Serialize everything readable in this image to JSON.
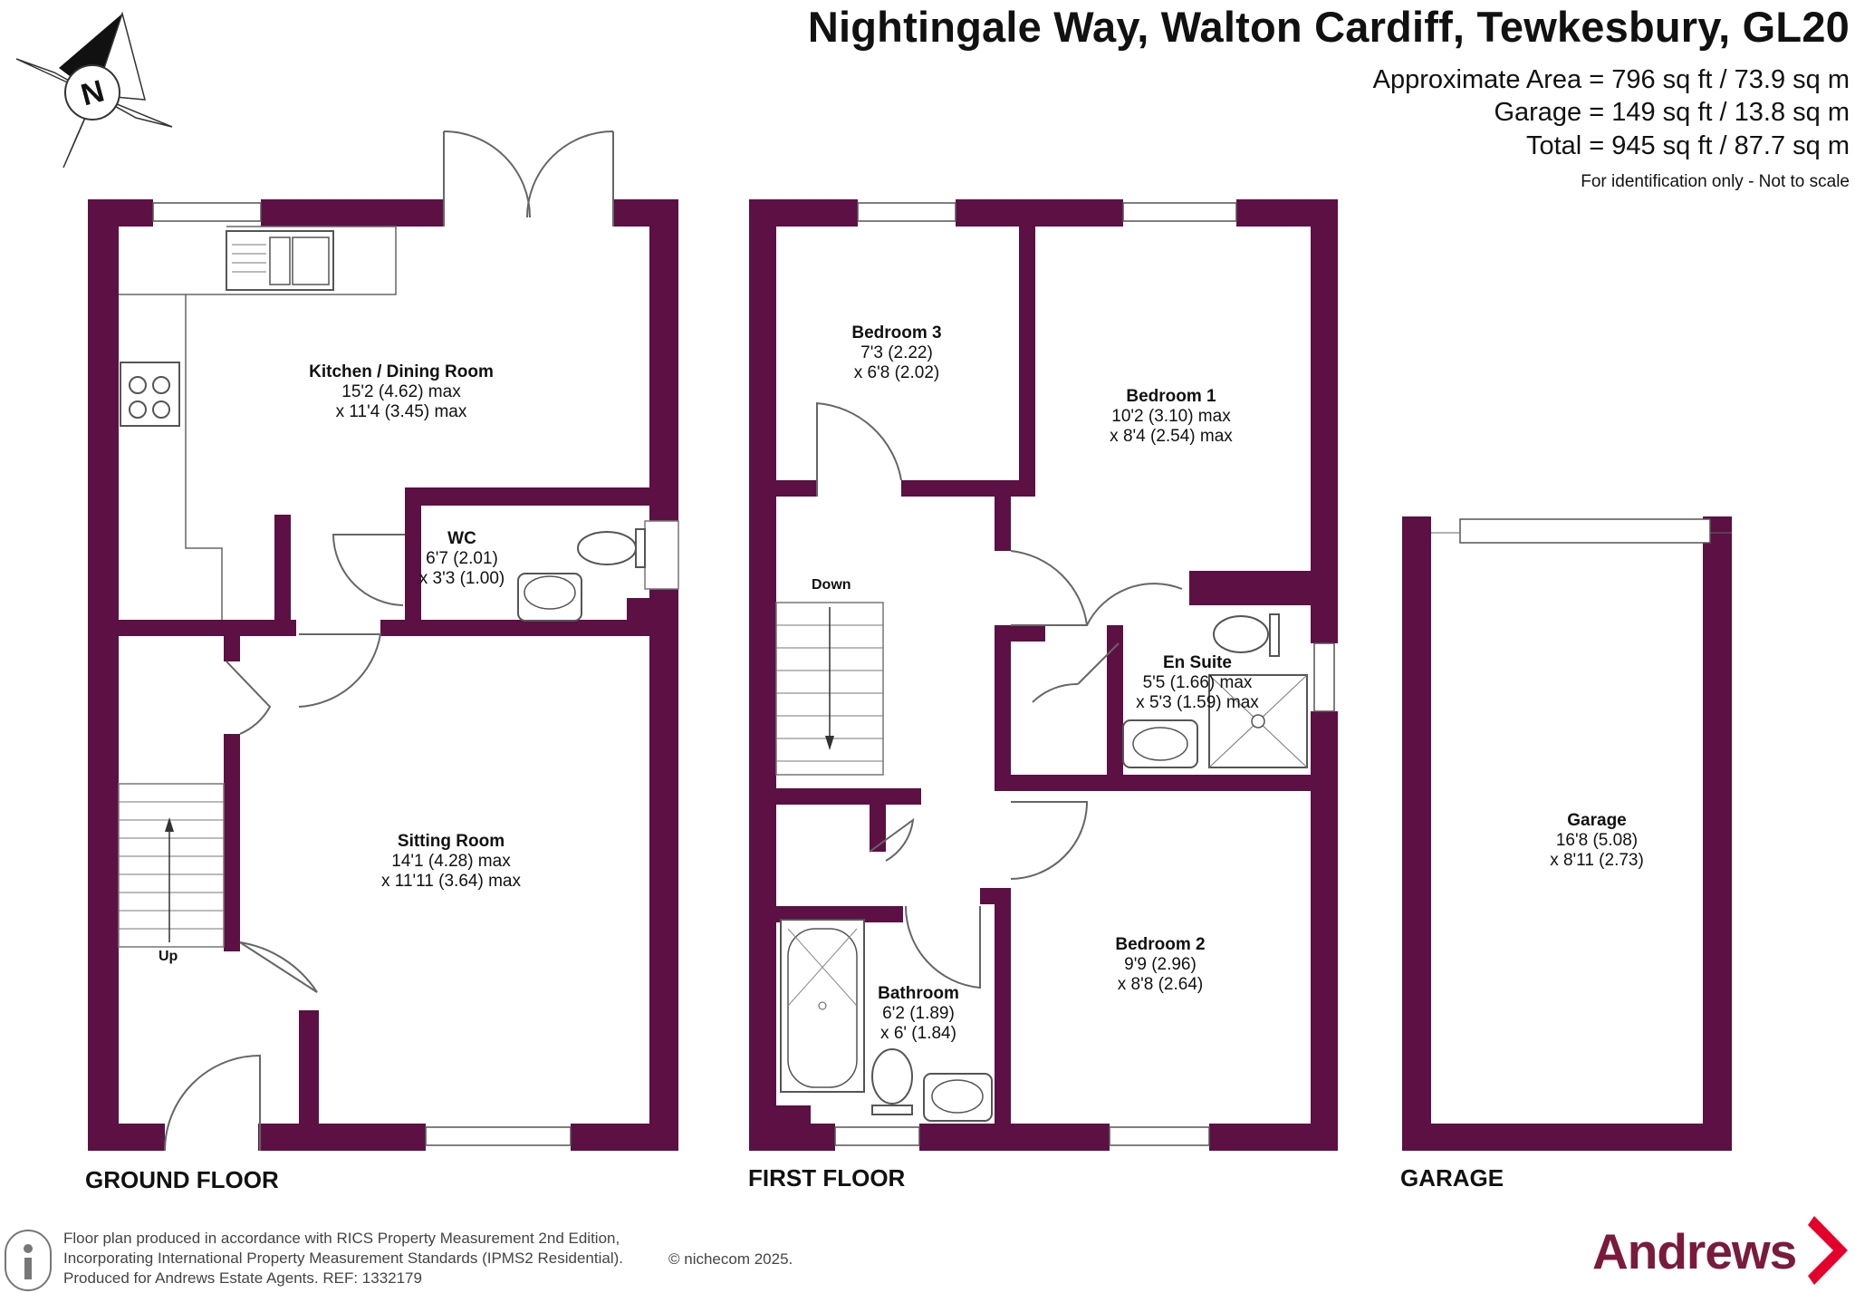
{
  "header": {
    "title": "Nightingale Way, Walton Cardiff, Tewkesbury, GL20",
    "area_line": "Approximate Area = 796 sq ft / 73.9 sq m",
    "garage_line": "Garage = 149 sq ft / 13.8 sq m",
    "total_line": "Total = 945 sq ft / 87.7 sq m",
    "disclaimer": "For identification only - Not to scale"
  },
  "compass": {
    "label": "N"
  },
  "rooms": {
    "kitchen": {
      "name": "Kitchen / Dining Room",
      "dim1": "15'2 (4.62) max",
      "dim2": "x 11'4 (3.45) max"
    },
    "wc": {
      "name": "WC",
      "dim1": "6'7 (2.01)",
      "dim2": "x 3'3 (1.00)"
    },
    "sitting": {
      "name": "Sitting Room",
      "dim1": "14'1 (4.28) max",
      "dim2": "x 11'11 (3.64) max"
    },
    "bedroom3": {
      "name": "Bedroom 3",
      "dim1": "7'3 (2.22)",
      "dim2": "x 6'8 (2.02)"
    },
    "bedroom1": {
      "name": "Bedroom 1",
      "dim1": "10'2 (3.10) max",
      "dim2": "x 8'4 (2.54) max"
    },
    "ensuite": {
      "name": "En Suite",
      "dim1": "5'5 (1.66) max",
      "dim2": "x 5'3 (1.59) max"
    },
    "bedroom2": {
      "name": "Bedroom 2",
      "dim1": "9'9 (2.96)",
      "dim2": "x 8'8 (2.64)"
    },
    "bathroom": {
      "name": "Bathroom",
      "dim1": "6'2 (1.89)",
      "dim2": "x 6' (1.84)"
    },
    "garage": {
      "name": "Garage",
      "dim1": "16'8 (5.08)",
      "dim2": "x 8'11 (2.73)"
    }
  },
  "stairs": {
    "up": "Up",
    "down": "Down"
  },
  "floors": {
    "ground": "GROUND FLOOR",
    "first": "FIRST FLOOR",
    "garage": "GARAGE"
  },
  "footer": {
    "line1": "Floor plan produced in accordance with RICS Property Measurement 2nd Edition,",
    "line2": "Incorporating International Property Measurement Standards (IPMS2 Residential).",
    "line3": "Produced for Andrews Estate Agents.   REF: 1332179",
    "copyright": "© nichecom 2025."
  },
  "brand": {
    "name": "Andrews"
  },
  "colors": {
    "wall": "#5c1044",
    "brand": "#7a1a3c",
    "accent_red": "#e4002b"
  }
}
